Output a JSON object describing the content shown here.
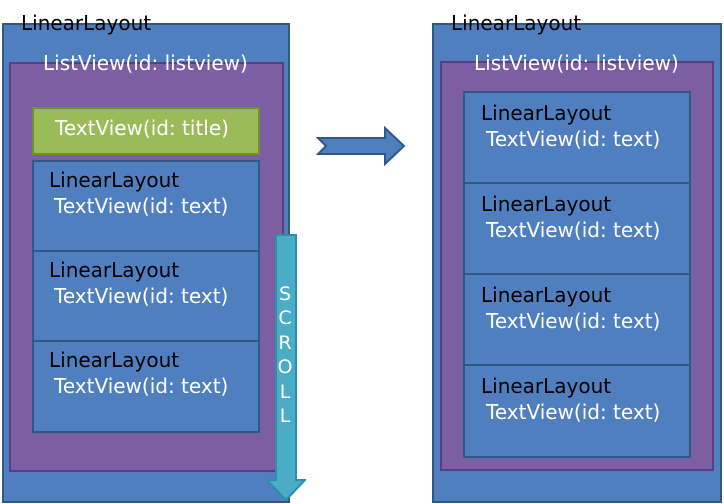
{
  "colors": {
    "linear_layout": "#4f7fbf",
    "linear_layout_border": "#2f5887",
    "list_view": "#7c5fa3",
    "title_text_view": "#9bbb59",
    "scroll_arrow": "#4bacc6"
  },
  "left": {
    "outer_label": "LinearLayout",
    "listview_label": "ListView(id: listview)",
    "title_label": "TextView(id: title)",
    "rows": [
      {
        "layout_label": "LinearLayout",
        "text_label": "TextView(id: text)"
      },
      {
        "layout_label": "LinearLayout",
        "text_label": "TextView(id: text)"
      },
      {
        "layout_label": "LinearLayout",
        "text_label": "TextView(id: text)"
      }
    ],
    "scroll_label": "SCROLL"
  },
  "right": {
    "outer_label": "LinearLayout",
    "listview_label": "ListView(id: listview)",
    "rows": [
      {
        "layout_label": "LinearLayout",
        "text_label": "TextView(id: text)"
      },
      {
        "layout_label": "LinearLayout",
        "text_label": "TextView(id: text)"
      },
      {
        "layout_label": "LinearLayout",
        "text_label": "TextView(id: text)"
      },
      {
        "layout_label": "LinearLayout",
        "text_label": "TextView(id: text)"
      }
    ]
  }
}
